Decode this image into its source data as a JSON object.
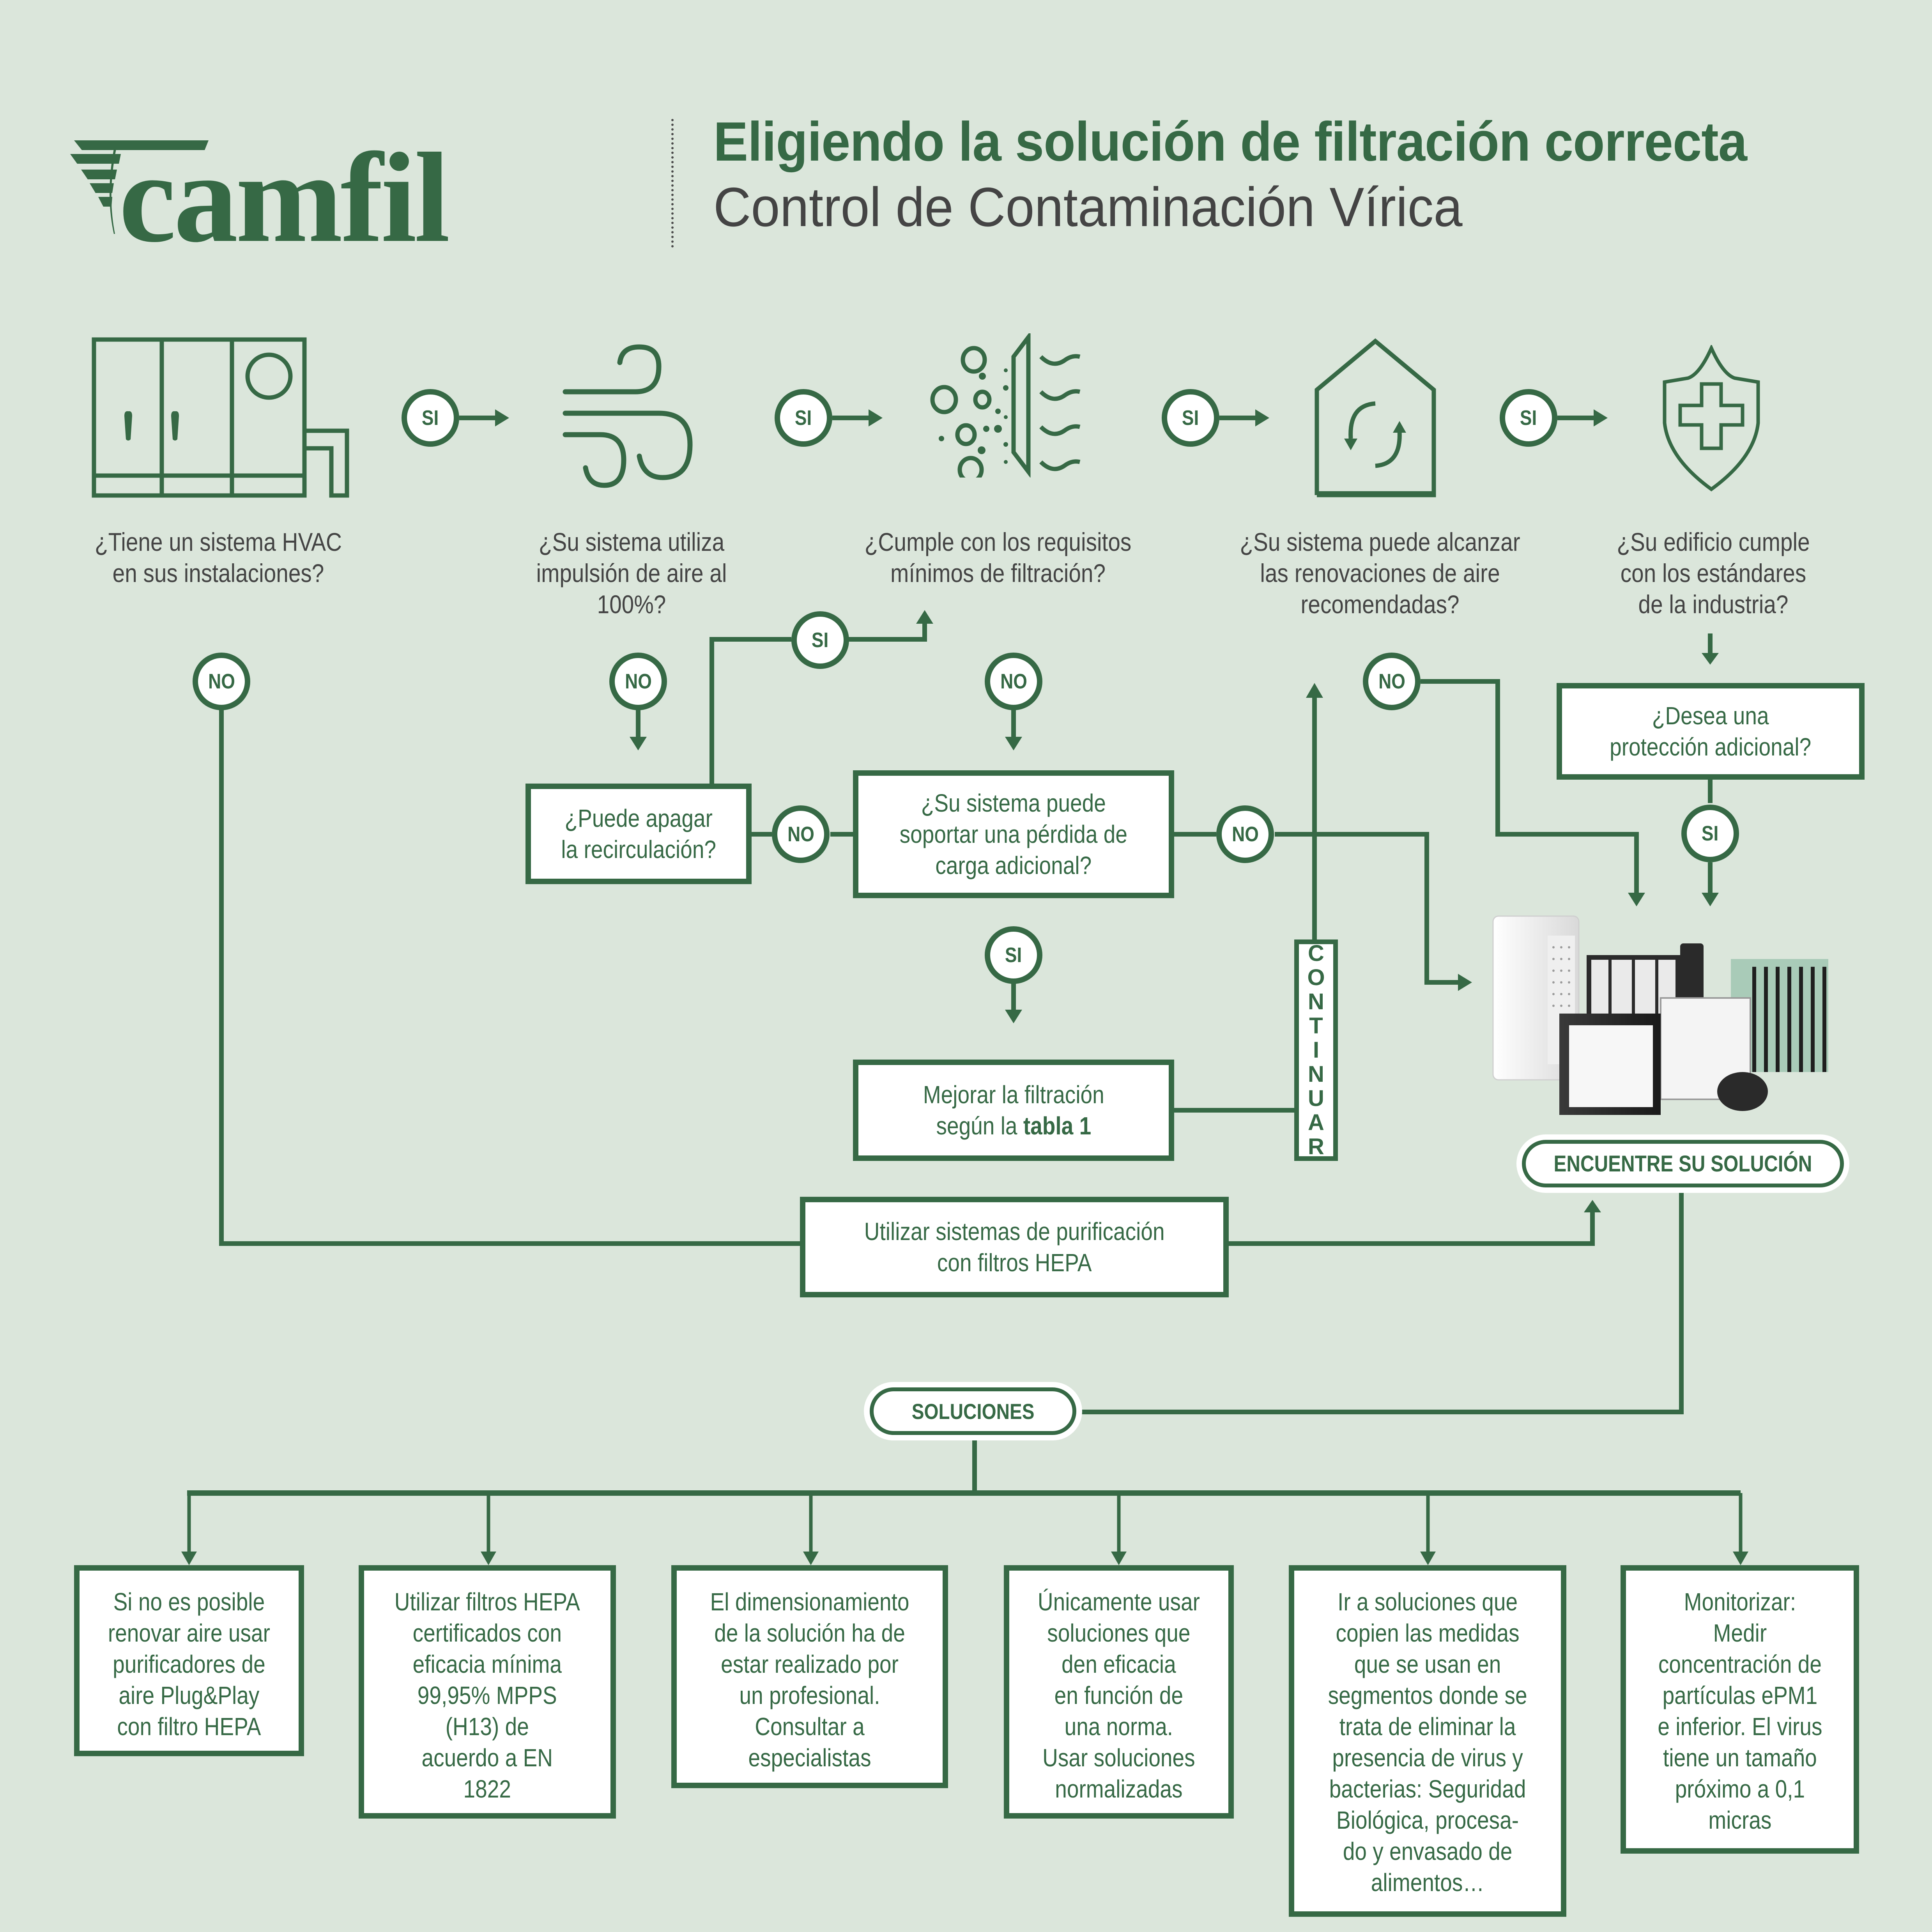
{
  "header": {
    "brand": "camfil",
    "title": "Eligiendo la solución de filtración correcta",
    "subtitle": "Control de Contaminación Vírica"
  },
  "colors": {
    "background": "#dbe6db",
    "brand_green": "#366945",
    "text_gray": "#444444",
    "box_fill": "#ffffff"
  },
  "steps": [
    {
      "icon": "hvac-unit-icon",
      "question": "¿Tiene un sistema HVAC\nen sus instalaciones?"
    },
    {
      "icon": "wind-airflow-icon",
      "question": "¿Su sistema utiliza\nimpulsión de aire al\n100%?"
    },
    {
      "icon": "filter-particles-icon",
      "question": "¿Cumple con los requisitos\nmínimos de filtración?"
    },
    {
      "icon": "house-recirculation-icon",
      "question": "¿Su sistema puede alcanzar\nlas renovaciones de aire\nrecomendadas?"
    },
    {
      "icon": "shield-cross-icon",
      "question": "¿Su edificio cumple\ncon los estándares\nde la industria?"
    }
  ],
  "labels": {
    "yes": "SI",
    "no": "NO"
  },
  "boxes": {
    "recirculation": "¿Puede apagar\nla recirculación?",
    "pressure_drop": "¿Su sistema puede\nsoportar una pérdida de\ncarga adicional?",
    "improve_prefix": "Mejorar la filtración\nsegún la ",
    "improve_bold": "tabla 1",
    "extra_protection": "¿Desea una\nprotección adicional?",
    "purification": "Utilizar sistemas de purificación\ncon filtros HEPA"
  },
  "continue_label": [
    "C",
    "O",
    "N",
    "T",
    "I",
    "N",
    "U",
    "A",
    "R"
  ],
  "find_solution": "ENCUENTRE SU SOLUCIÓN",
  "solutions_label": "SOLUCIONES",
  "solutions": [
    "Si no es posible\nrenovar aire usar\npurificadores de\naire Plug&Play\ncon filtro HEPA",
    "Utilizar filtros HEPA\ncertificados con\neficacia mínima\n99,95% MPPS\n(H13) de\nacuerdo a EN\n1822",
    "El dimensionamiento\nde la solución ha de\nestar realizado por\nun profesional.\nConsultar a\nespecialistas",
    "Únicamente usar\nsoluciones que\nden eficacia\nen función de\nuna norma.\nUsar soluciones\nnormalizadas",
    "Ir a soluciones que\ncopien las medidas\nque se usan en\nsegmentos donde se\ntrata de eliminar la\npresencia de virus y\nbacterias: Seguridad\nBiológica, procesa-\ndo y envasado de\nalimentos…",
    "Monitorizar:\nMedir\nconcentración de\npartículas ePM1\ne inferior. El virus\ntiene un tamaño\npróximo a 0,1\nmicras"
  ],
  "products_image": "filter-products-photo"
}
